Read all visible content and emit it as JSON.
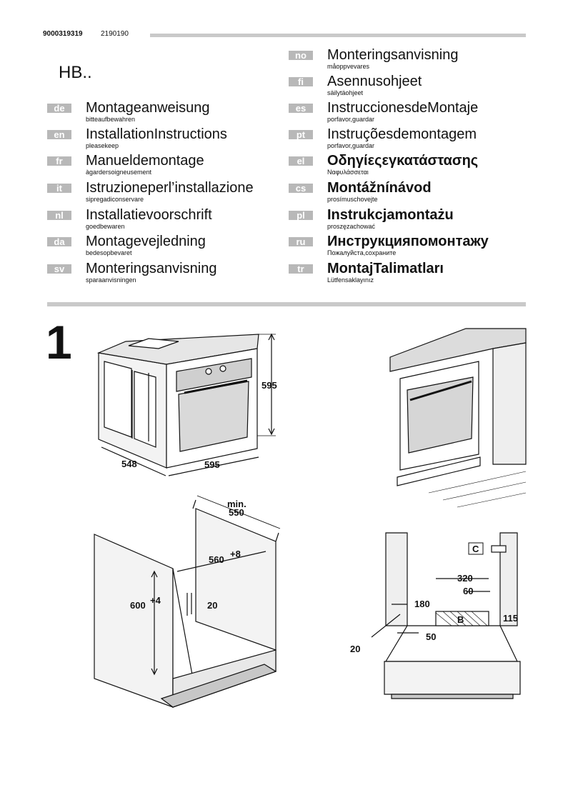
{
  "header": {
    "doc_number": "9000319319",
    "doc_code": "2190190",
    "model": "HB.."
  },
  "languages_left": [
    {
      "code": "de",
      "title": "Montageanweisung",
      "subtitle": "bitteaufbewahren"
    },
    {
      "code": "en",
      "title": "InstallationInstructions",
      "subtitle": "pleasekeep"
    },
    {
      "code": "fr",
      "title": "Manueldemontage",
      "subtitle": "àgardersoigneusement"
    },
    {
      "code": "it",
      "title": "Istruzioneperl’installazione",
      "subtitle": "sipregadiconservare"
    },
    {
      "code": "nl",
      "title": "Installatievoorschrift",
      "subtitle": "goedbewaren"
    },
    {
      "code": "da",
      "title": "Montagevejledning",
      "subtitle": "bedesopbevaret"
    },
    {
      "code": "sv",
      "title": "Monteringsanvisning",
      "subtitle": "sparaanvisningen"
    }
  ],
  "languages_right": [
    {
      "code": "no",
      "title": "Monteringsanvisning",
      "subtitle": "måoppvevares"
    },
    {
      "code": "fi",
      "title": "Asennusohjeet",
      "subtitle": "säilytäohjeet"
    },
    {
      "code": "es",
      "title": "InstruccionesdeMontaje",
      "subtitle": "porfavor,guardar"
    },
    {
      "code": "pt",
      "title": "Instruçõesdemontagem",
      "subtitle": "porfavor,guardar"
    },
    {
      "code": "el",
      "title": "Οδηγίεςεγκατάστασης",
      "subtitle": "Ναφυλάσσεται"
    },
    {
      "code": "cs",
      "title": "Montážnínávod",
      "subtitle": "prosímuschovejte"
    },
    {
      "code": "pl",
      "title": "Instrukcjamontażu",
      "subtitle": "proszęzachować"
    },
    {
      "code": "ru",
      "title": "Инструкцияпомонтажу",
      "subtitle": "Пожалуйста,сохраните"
    },
    {
      "code": "tr",
      "title": "MontajTalimatları",
      "subtitle": "Lütfensaklayınız"
    }
  ],
  "figure": {
    "number": "1",
    "dimensions": {
      "oven_height": "595",
      "oven_width": "595",
      "oven_depth": "548",
      "cab_min_label": "min.",
      "cab_min_depth": "550",
      "cab_width": "560",
      "cab_width_tol": "+8",
      "cab_height": "600",
      "cab_height_tol": "+4",
      "cab_gap": "20",
      "label_c": "C",
      "label_b": "B",
      "d320": "320",
      "d60": "60",
      "d180": "180",
      "d115": "115",
      "d50": "50",
      "d20": "20"
    }
  }
}
